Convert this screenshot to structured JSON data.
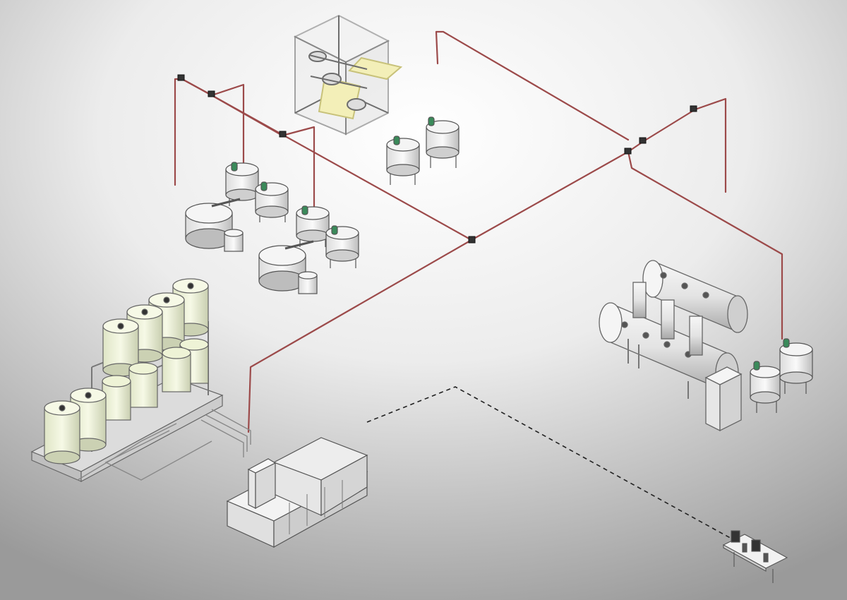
{
  "diagram": {
    "type": "isometric process plant schematic",
    "colors": {
      "background_top": "#ffffff",
      "background_bottom": "#9a9a9a",
      "pipe": "#9c4a4a",
      "pipe_highlight": "#c98a8a",
      "equipment_fill": "#f2f2f2",
      "equipment_shade": "#cfcfcf",
      "equipment_stroke": "#555555",
      "storage_tank": "#eef3d6",
      "motor": "#3a8a5a",
      "filter_panel": "#f3efb8",
      "signal_line": "#222222"
    },
    "components": {
      "filter_cabinet": "filter-press-frame",
      "mixing_tanks_left": "mixing-tank-group-left",
      "mixing_tanks_top": "mixing-tank-pair-top",
      "storage_tank_farm": "storage-tank-farm",
      "pump_skid": "pump-skid",
      "heat_exchanger": "dyeing-machine-vessel",
      "mixing_tanks_right": "mixing-tank-pair-right",
      "operator_workstation": "control-workstation"
    }
  }
}
